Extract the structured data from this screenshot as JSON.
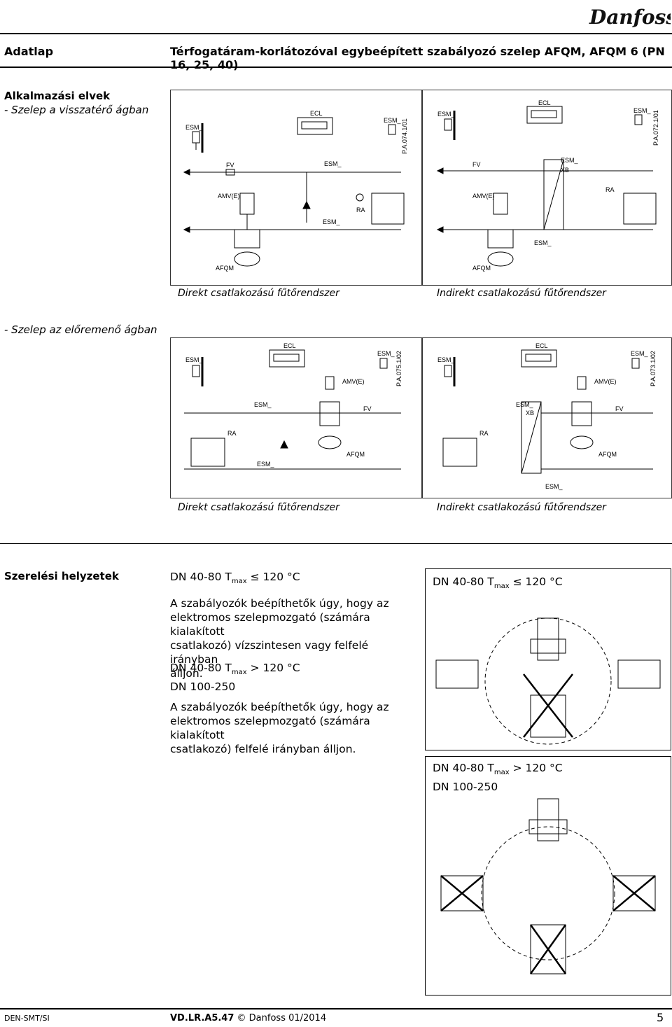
{
  "brand": "Danfoss",
  "header": {
    "doc_type": "Adatlap",
    "title": "Térfogatáram-korlátozóval egybeépített szabályozó szelep AFQM, AFQM 6 (PN 16, 25, 40)"
  },
  "application": {
    "heading": "Alkalmazási elvek",
    "return_line": "- Szelep a visszatérő ágban",
    "supply_line": "- Szelep az előremenő ágban",
    "caption_direct": "Direkt csatlakozású fűtőrendszer",
    "caption_indirect": "Indirekt csatlakozású fűtőrendszer"
  },
  "diagram_labels": {
    "esm": "ESM_",
    "ecl": "ECL",
    "fv": "FV",
    "xb": "XB",
    "amv": "AMV(E)",
    "ra": "RA",
    "afqm": "AFQM",
    "ref_1": "P.A.074.1/01",
    "ref_2": "P.A.072.1/01",
    "ref_3": "P.A.075.1/02",
    "ref_4": "P.A.073.1/02"
  },
  "mounting": {
    "heading": "Szerelési helyzetek",
    "spec1_prefix": "DN 40-80 T",
    "spec1_sub": "max",
    "spec1_suffix": " ≤ 120 °C",
    "para1_l1": "A szabályozók beépíthetők úgy, hogy az",
    "para1_l2": "elektromos szelepmozgató (számára kialakított",
    "para1_l3": "csatlakozó) vízszintesen vagy felfelé irányban",
    "para1_l4": "álljon.",
    "spec2_prefix": "DN 40-80 T",
    "spec2_sub": "max",
    "spec2_suffix": " > 120 °C",
    "spec2_line2": "DN 100-250",
    "para2_l1": "A szabályozók beépíthetők úgy, hogy az",
    "para2_l2": "elektromos szelepmozgató (számára kialakított",
    "para2_l3": "csatlakozó) felfelé irányban álljon.",
    "fig1_prefix": "DN 40-80 T",
    "fig1_sub": "max",
    "fig1_suffix": " ≤ 120 °C",
    "fig2_prefix": "DN 40-80 T",
    "fig2_sub": "max",
    "fig2_suffix": " > 120 °C",
    "fig2_line2": "DN 100-250"
  },
  "footer": {
    "left": "DEN-SMT/SI",
    "code": "VD.LR.A5.47",
    "copyright": " © Danfoss 01/2014",
    "page": "5"
  }
}
